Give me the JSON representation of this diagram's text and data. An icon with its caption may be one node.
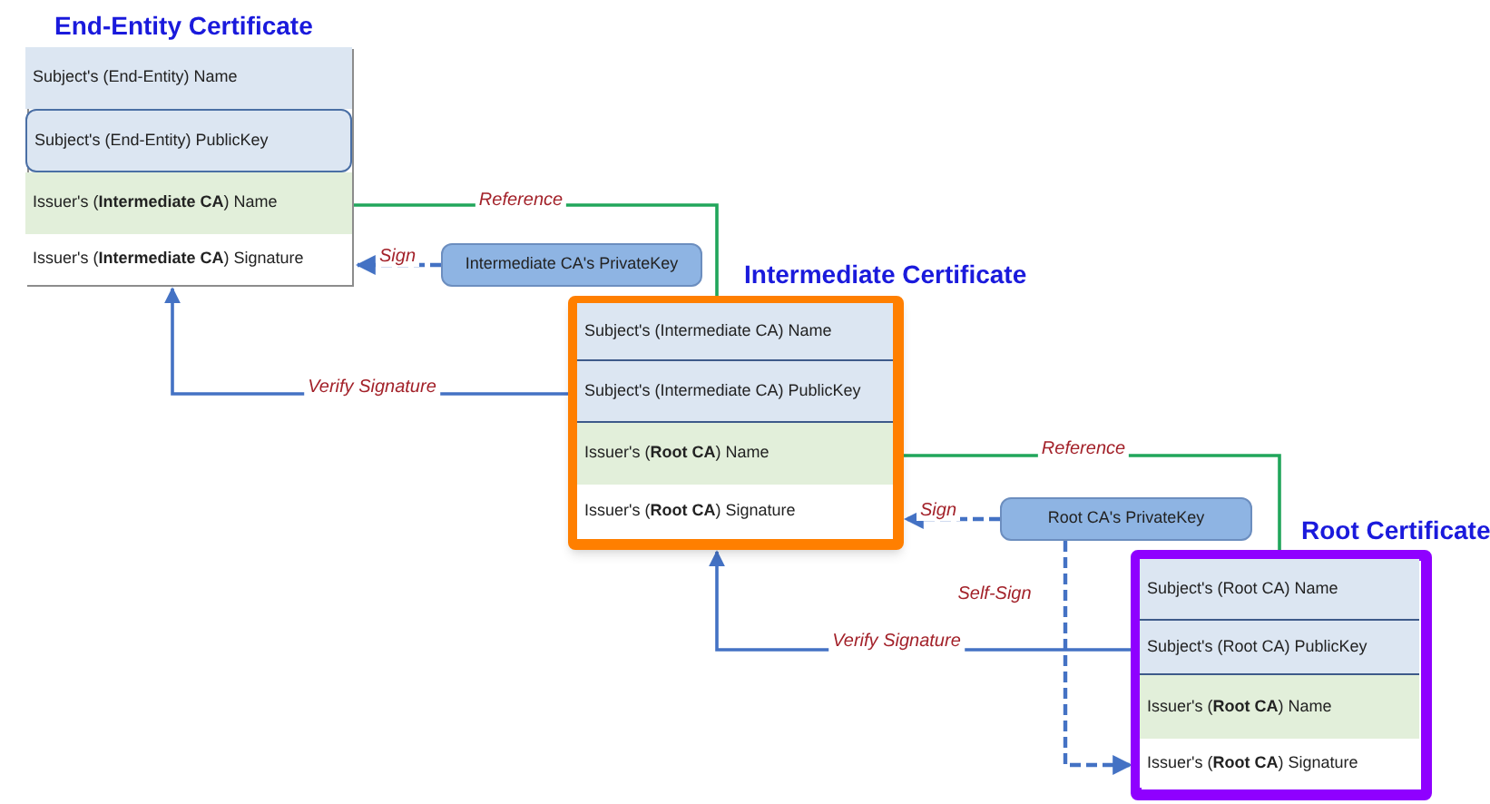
{
  "diagram": {
    "nodes": [
      {
        "text": [
          "End-Entity Certificate"
        ]
      },
      {
        "text": [
          "Subject's (End-Entity) Name"
        ],
        "in": 0
      },
      {
        "text": [
          "Subject's (End-Entity) PublicKey"
        ],
        "in": 0
      },
      {
        "text": [
          "Issuer's (**Intermediate CA**) Name"
        ],
        "in": 0
      },
      {
        "text": [
          "Issuer's (**Intermediate CA**) Signature"
        ],
        "in": 0
      },
      {
        "text": [
          "Intermediate CA's PrivateKey"
        ]
      },
      {
        "text": [
          "Intermediate Certificate"
        ]
      },
      {
        "text": [
          "Subject's (Intermediate CA) Name"
        ],
        "in": 6
      },
      {
        "text": [
          "Subject's (Intermediate CA) PublicKey"
        ],
        "in": 6
      },
      {
        "text": [
          "Issuer's (**Root CA**) Name"
        ],
        "in": 6
      },
      {
        "text": [
          "Issuer's (**Root CA**) Signature"
        ],
        "in": 6
      },
      {
        "text": [
          "Root CA's PrivateKey"
        ]
      },
      {
        "text": [
          "Root Certificate"
        ]
      },
      {
        "text": [
          "Subject's (Root CA) Name"
        ],
        "in": 12
      },
      {
        "text": [
          "Subject's (Root CA) PublicKey"
        ],
        "in": 12
      },
      {
        "text": [
          "Issuer's (**Root CA**) Name"
        ],
        "in": 12
      },
      {
        "text": [
          "Issuer's (**Root CA**) Signature"
        ],
        "in": 12
      }
    ],
    "edges": [
      {
        "from": 3,
        "to": 6,
        "arrow": "none",
        "label": "Reference",
        "color": "#21a65b"
      },
      {
        "from": 5,
        "to": 4,
        "arrow": "to",
        "label": "Sign",
        "style": "dashed"
      },
      {
        "from": 8,
        "to": 4,
        "arrow": "to",
        "label": "Verify Signature"
      },
      {
        "from": 9,
        "to": 12,
        "arrow": "none",
        "label": "Reference",
        "color": "#21a65b"
      },
      {
        "from": 11,
        "to": 10,
        "arrow": "to",
        "label": "Sign",
        "style": "dashed"
      },
      {
        "from": 14,
        "to": 10,
        "arrow": "to",
        "label": "Verify Signature"
      },
      {
        "from": 11,
        "to": 16,
        "arrow": "to",
        "label": "Self-Sign",
        "style": "dashed"
      }
    ]
  }
}
